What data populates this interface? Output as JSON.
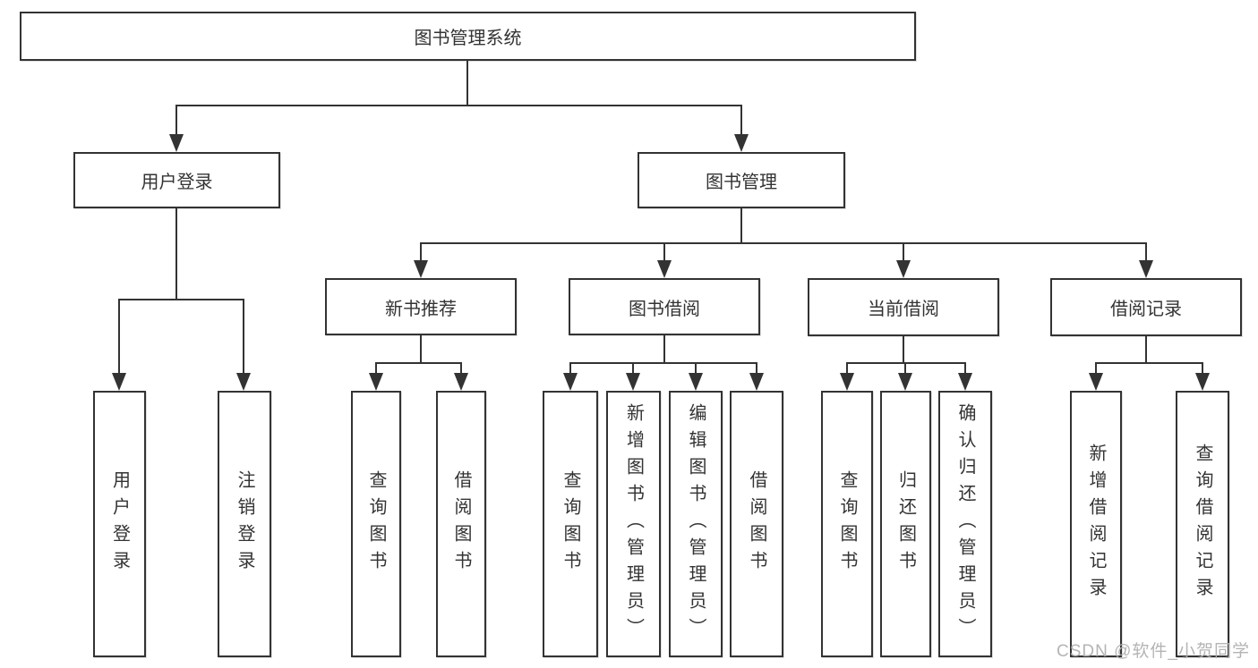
{
  "diagram": {
    "type": "tree",
    "title": "图书管理系统",
    "watermark": "CSDN @软件_小贺同学",
    "nodes": [
      {
        "id": "root",
        "label": "图书管理系统",
        "level": 0,
        "parent": null,
        "text_direction": "horizontal"
      },
      {
        "id": "user-login",
        "label": "用户登录",
        "level": 1,
        "parent": "root",
        "text_direction": "horizontal"
      },
      {
        "id": "book-mgmt",
        "label": "图书管理",
        "level": 1,
        "parent": "root",
        "text_direction": "horizontal"
      },
      {
        "id": "new-book-rec",
        "label": "新书推荐",
        "level": 2,
        "parent": "book-mgmt",
        "text_direction": "horizontal"
      },
      {
        "id": "book-borrow",
        "label": "图书借阅",
        "level": 2,
        "parent": "book-mgmt",
        "text_direction": "horizontal"
      },
      {
        "id": "current-borrow",
        "label": "当前借阅",
        "level": 2,
        "parent": "book-mgmt",
        "text_direction": "horizontal"
      },
      {
        "id": "borrow-records",
        "label": "借阅记录",
        "level": 2,
        "parent": "book-mgmt",
        "text_direction": "horizontal"
      },
      {
        "id": "leaf-user-login",
        "label": "用户登录",
        "level": 3,
        "parent": "user-login",
        "text_direction": "vertical"
      },
      {
        "id": "leaf-logout",
        "label": "注销登录",
        "level": 3,
        "parent": "user-login",
        "text_direction": "vertical"
      },
      {
        "id": "leaf-query-book-1",
        "label": "查询图书",
        "level": 3,
        "parent": "new-book-rec",
        "text_direction": "vertical"
      },
      {
        "id": "leaf-borrow-book-1",
        "label": "借阅图书",
        "level": 3,
        "parent": "new-book-rec",
        "text_direction": "vertical"
      },
      {
        "id": "leaf-query-book-2",
        "label": "查询图书",
        "level": 3,
        "parent": "book-borrow",
        "text_direction": "vertical"
      },
      {
        "id": "leaf-add-book",
        "label": "新增图书（管理员）",
        "level": 3,
        "parent": "book-borrow",
        "text_direction": "vertical"
      },
      {
        "id": "leaf-edit-book",
        "label": "编辑图书（管理员）",
        "level": 3,
        "parent": "book-borrow",
        "text_direction": "vertical"
      },
      {
        "id": "leaf-borrow-book-2",
        "label": "借阅图书",
        "level": 3,
        "parent": "book-borrow",
        "text_direction": "vertical"
      },
      {
        "id": "leaf-query-book-3",
        "label": "查询图书",
        "level": 3,
        "parent": "current-borrow",
        "text_direction": "vertical"
      },
      {
        "id": "leaf-return-book",
        "label": "归还图书",
        "level": 3,
        "parent": "current-borrow",
        "text_direction": "vertical"
      },
      {
        "id": "leaf-confirm-return",
        "label": "确认归还（管理员）",
        "level": 3,
        "parent": "current-borrow",
        "text_direction": "vertical"
      },
      {
        "id": "leaf-add-record",
        "label": "新增借阅记录",
        "level": 3,
        "parent": "borrow-records",
        "text_direction": "vertical"
      },
      {
        "id": "leaf-query-record",
        "label": "查询借阅记录",
        "level": 3,
        "parent": "borrow-records",
        "text_direction": "vertical"
      }
    ]
  },
  "colors": {
    "line": "#333333",
    "box_border": "#333333",
    "box_fill": "#ffffff",
    "text": "#333333",
    "background": "#ffffff",
    "watermark": "#b0b0b0"
  }
}
